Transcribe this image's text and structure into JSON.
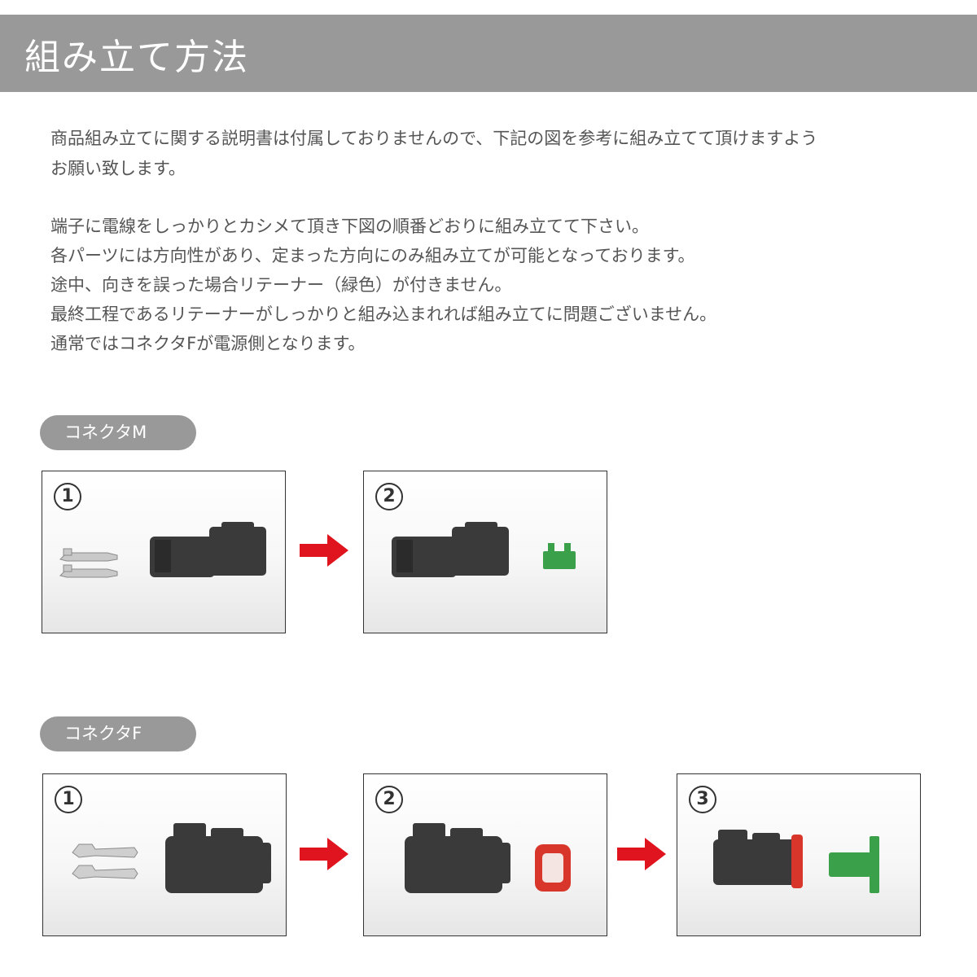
{
  "header": {
    "title": "組み立て方法"
  },
  "intro": {
    "lines": [
      "商品組み立てに関する説明書は付属しておりませんので、下記の図を参考に組み立てて頂けますよう",
      "お願い致します。"
    ]
  },
  "notes": {
    "lines": [
      "端子に電線をしっかりとカシメて頂き下図の順番どおりに組み立てて下さい。",
      "各パーツには方向性があり、定まった方向にのみ組み立てが可能となっております。",
      "途中、向きを誤った場合リテーナー（緑色）が付きません。",
      "最終工程であるリテーナーがしっかりと組み込まれれば組み立てに問題ございません。",
      "通常ではコネクタFが電源側となります。"
    ]
  },
  "sections": [
    {
      "label": "コネクタM",
      "steps": [
        {
          "number": "1"
        },
        {
          "number": "2"
        }
      ]
    },
    {
      "label": "コネクタF",
      "steps": [
        {
          "number": "1"
        },
        {
          "number": "2"
        },
        {
          "number": "3"
        }
      ]
    }
  ],
  "colors": {
    "header_bg": "#999999",
    "pill_bg": "#999999",
    "text": "#555555",
    "arrow": "#e0141e",
    "housing": "#3a3a3a",
    "retainer": "#3aa14a",
    "seal": "#d8362a"
  }
}
